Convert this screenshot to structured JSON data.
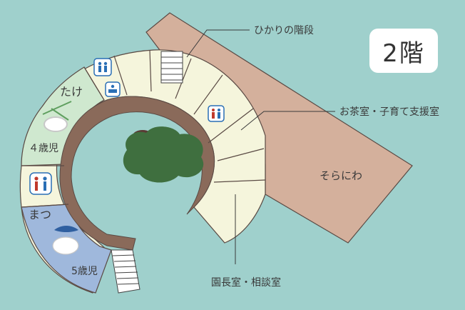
{
  "floor_label": "2階",
  "labels": {
    "stairs": "ひかりの階段",
    "tea_room": "お茶室・子育て支援室",
    "sky_garden": "そらにわ",
    "director_room": "園長室・相談室",
    "take_room": "たけ",
    "age4": "４歳児",
    "matsu_room": "まつ",
    "age5": "5歳児"
  },
  "colors": {
    "background": "#9fd0cc",
    "terrace": "#d4b09c",
    "rooms": "#f5f5dc",
    "corridor": "#8a6a5a",
    "take_room": "#cfe8cf",
    "matsu_room": "#9fb8dc",
    "tree": "#3f6f3f",
    "toilet": "#2a6fb5"
  },
  "icons": [
    "toilet-icon",
    "baby-changing-icon",
    "bamboo-icon",
    "pine-icon"
  ]
}
